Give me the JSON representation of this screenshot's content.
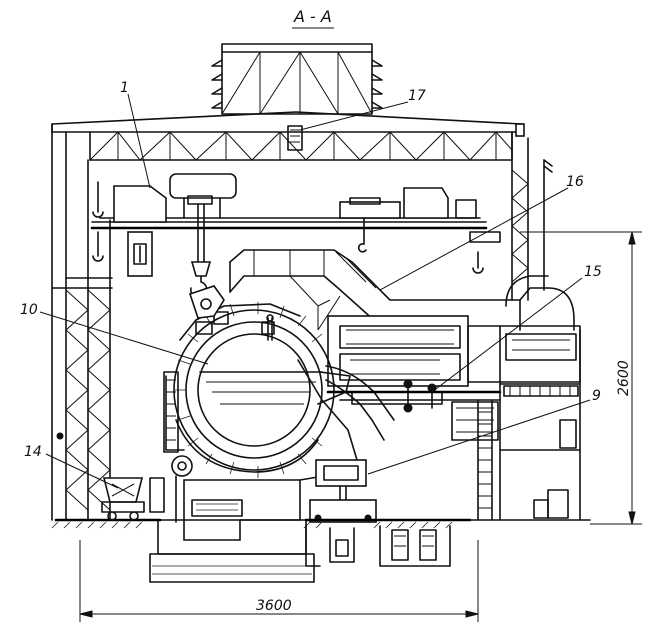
{
  "section_title": "A - A",
  "callouts": [
    {
      "id": "c1",
      "label": "1"
    },
    {
      "id": "c17",
      "label": "17"
    },
    {
      "id": "c16",
      "label": "16"
    },
    {
      "id": "c15",
      "label": "15"
    },
    {
      "id": "c10",
      "label": "10"
    },
    {
      "id": "c9",
      "label": "9"
    },
    {
      "id": "c14",
      "label": "14"
    }
  ],
  "dimensions": {
    "width_label": "3600",
    "height_label": "2600"
  }
}
